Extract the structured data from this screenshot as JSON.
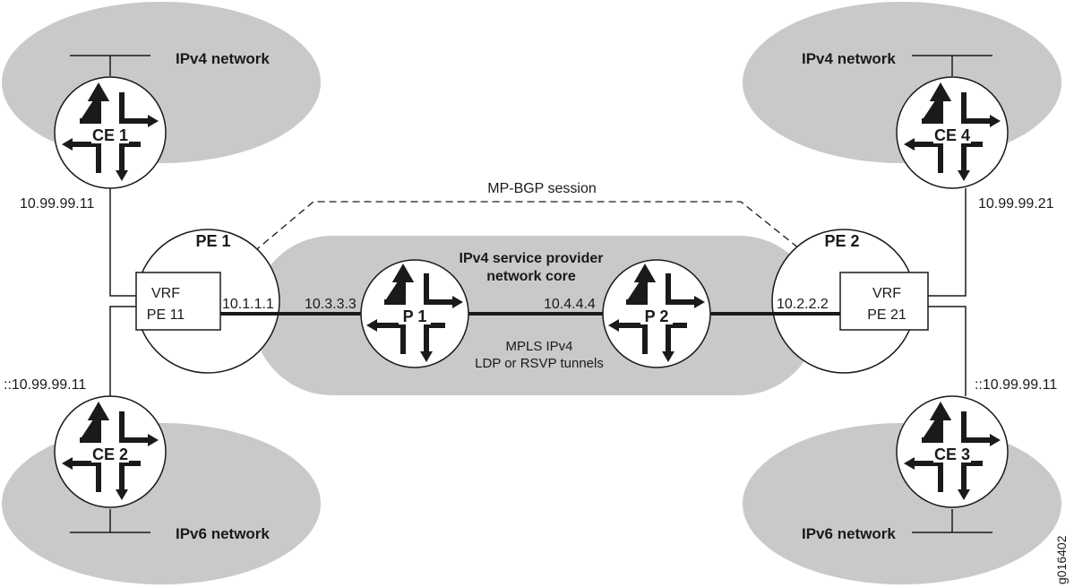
{
  "colors": {
    "cloud_fill": "#c9c9c9",
    "line": "#1a1a1a",
    "background": "#ffffff"
  },
  "networks": {
    "tl": "IPv4 network",
    "tr": "IPv4 network",
    "bl": "IPv6 network",
    "br": "IPv6 network",
    "core_line1": "IPv4 service provider",
    "core_line2": "network core"
  },
  "routers": {
    "ce1": "CE 1",
    "ce2": "CE 2",
    "ce3": "CE 3",
    "ce4": "CE 4",
    "pe1": "PE 1",
    "pe2": "PE 2",
    "p1": "P 1",
    "p2": "P 2"
  },
  "vrf": {
    "left_line1": "VRF",
    "left_line2": "PE 11",
    "right_line1": "VRF",
    "right_line2": "PE 21"
  },
  "addresses": {
    "ce1": "10.99.99.11",
    "ce4": "10.99.99.21",
    "ce2": "::10.99.99.11",
    "ce3": "::10.99.99.11",
    "pe1": "10.1.1.1",
    "p1": "10.3.3.3",
    "p2": "10.4.4.4",
    "pe2": "10.2.2.2"
  },
  "session": "MP-BGP session",
  "tunnel_line1": "MPLS IPv4",
  "tunnel_line2": "LDP or RSVP tunnels",
  "figure_id": "g016402",
  "icons": {
    "router": "router-arrows-icon"
  }
}
